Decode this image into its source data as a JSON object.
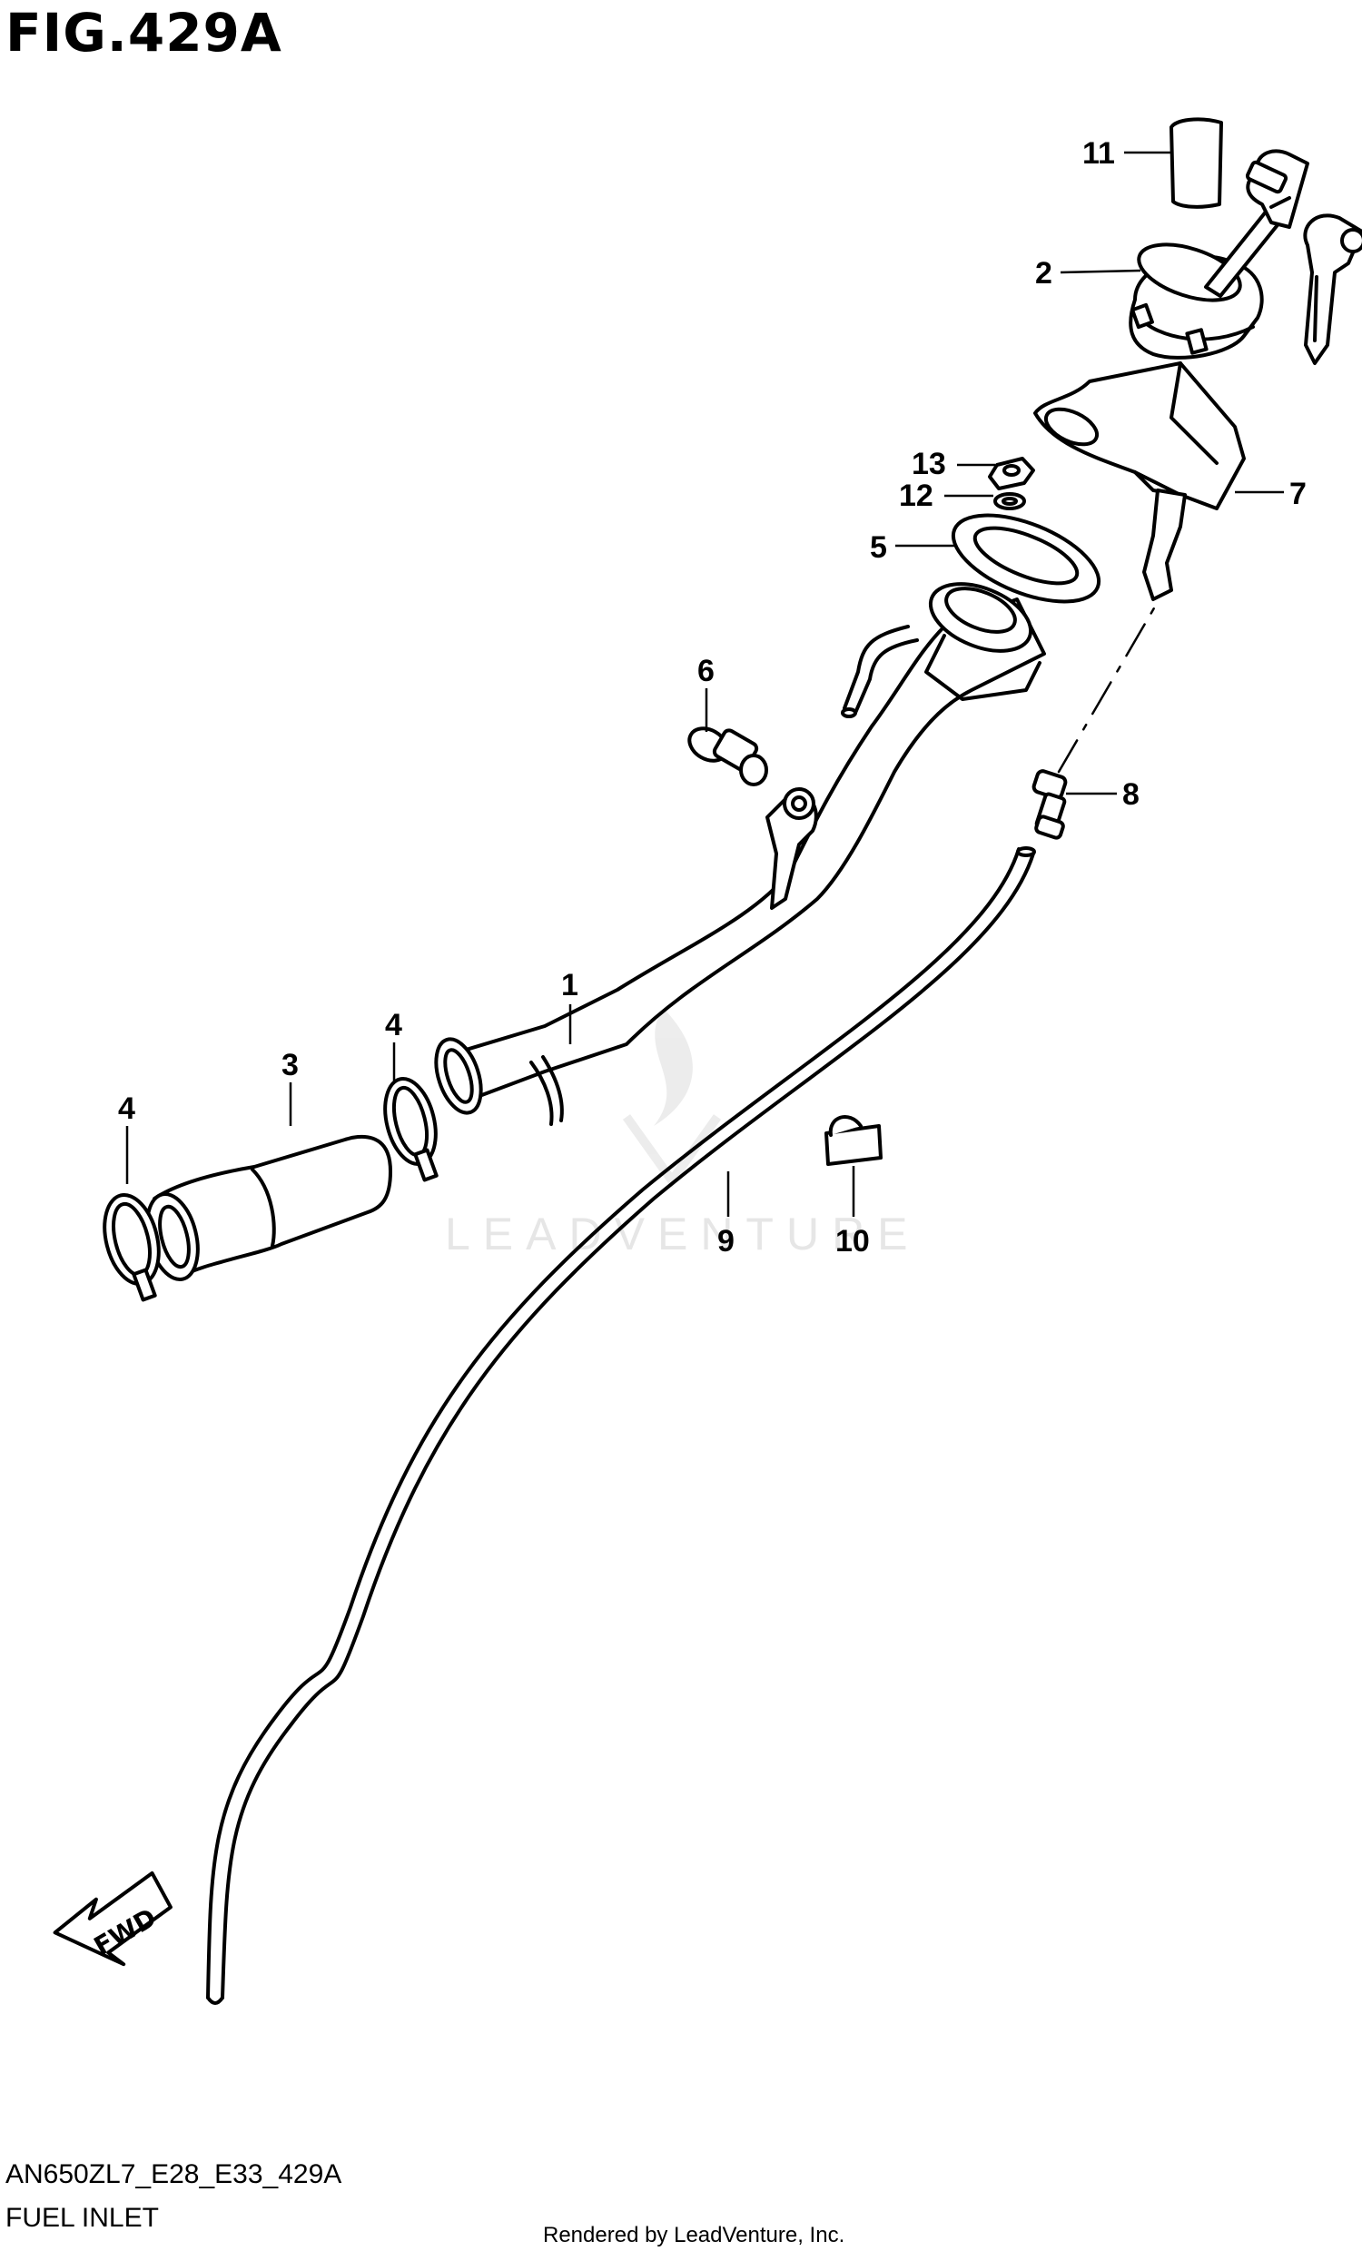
{
  "figure": {
    "title": "FIG.429A",
    "code": "AN650ZL7_E28_E33_429A",
    "name": "FUEL INLET",
    "credit": "Rendered by LeadVenture, Inc.",
    "watermark": "LEADVENTURE"
  },
  "callouts": [
    "1",
    "2",
    "3",
    "4",
    "4",
    "5",
    "6",
    "7",
    "8",
    "9",
    "10",
    "11",
    "12",
    "13"
  ],
  "fwd_label": "FWD",
  "colors": {
    "ink": "#000000",
    "background": "#ffffff",
    "watermark": "#e6e6e6"
  }
}
